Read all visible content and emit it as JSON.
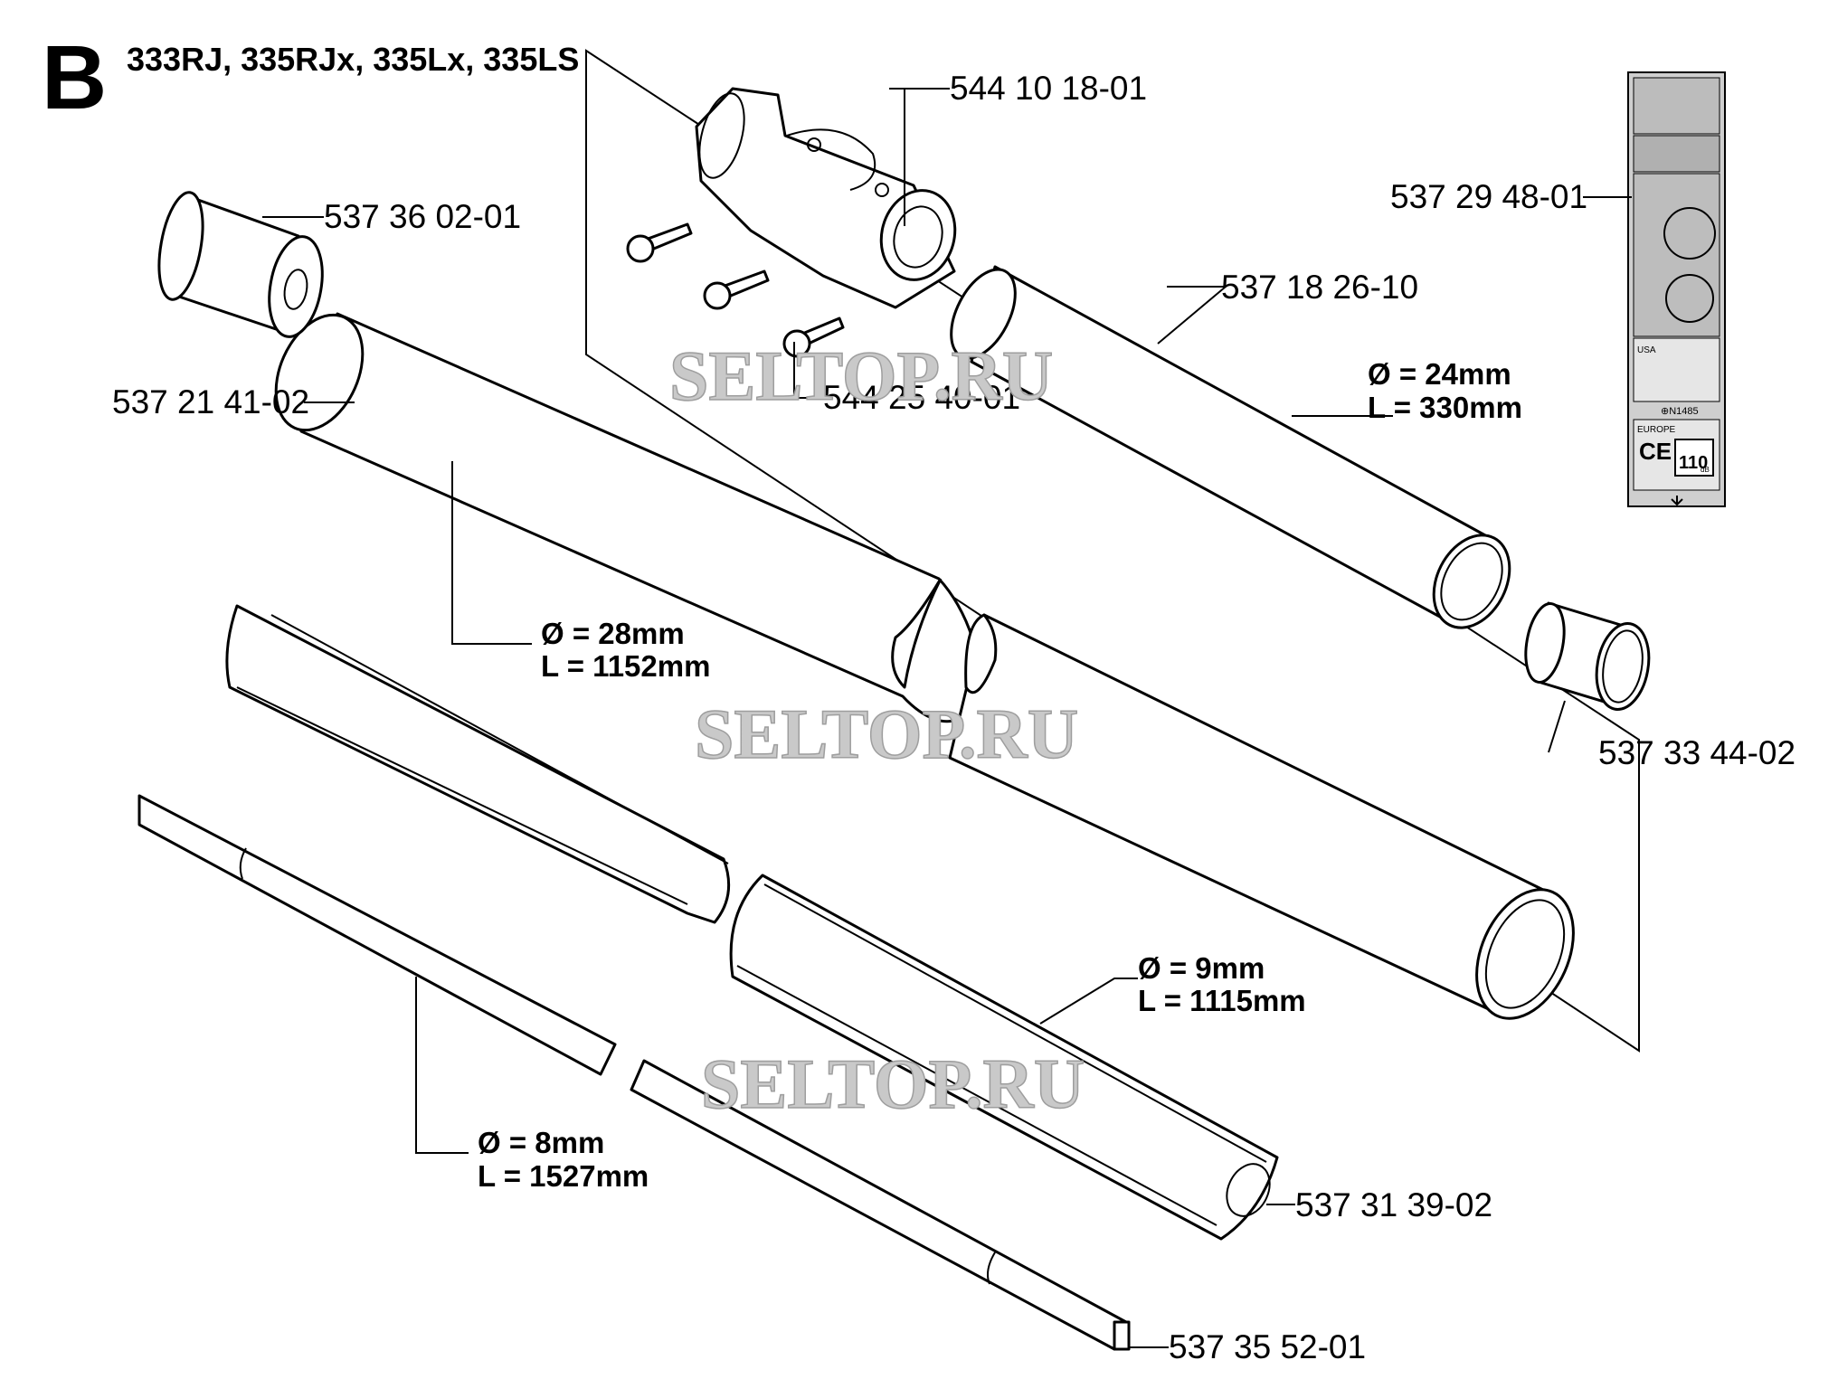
{
  "section_letter": "B",
  "models_title": "333RJ, 335RJx, 335Lx, 335LS",
  "watermark": "SELTOP.RU",
  "parts": {
    "clamp": "544 10 18-01",
    "screw": "544 25 40-01",
    "end_cap": "537 36 02-01",
    "outer_tube": "537 21 41-02",
    "inner_tube": "537 18 26-10",
    "label_decal": "537 29 48-01",
    "bushing": "537 33 44-02",
    "liner": "537 31 39-02",
    "drive_shaft": "537 35 52-01"
  },
  "dimensions": {
    "outer_tube_d": "Ø = 28mm",
    "outer_tube_l": "L = 1152mm",
    "inner_tube_d": "Ø = 24mm",
    "inner_tube_l": "L = 330mm",
    "liner_d": "Ø = 9mm",
    "liner_l": "L = 1115mm",
    "shaft_d": "Ø = 8mm",
    "shaft_l": "L = 1527mm"
  },
  "decal": {
    "usa": "USA",
    "europe": "EUROPE",
    "ce": "CE",
    "noise_value": "110",
    "noise_unit": "dB",
    "code": "⊕N1485"
  },
  "colors": {
    "line": "#000000",
    "watermark": "#c9c9c9",
    "decal_bg": "#cfcfcf"
  }
}
